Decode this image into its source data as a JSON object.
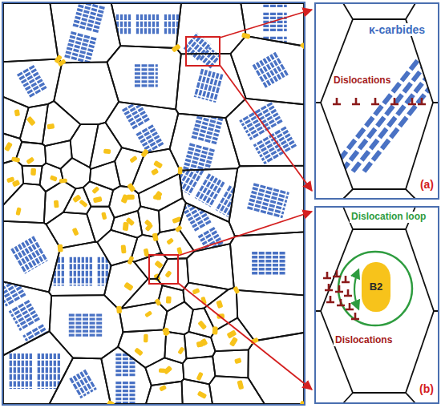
{
  "diagram": {
    "nodes": [
      {
        "text": [
          "κ-carbides",
          "Dislocations",
          "(a)"
        ]
      },
      {
        "text": [
          "Dislocation loop",
          "Dislocations",
          "(b)"
        ]
      },
      {
        "text": [
          "B2"
        ],
        "in": 1
      }
    ]
  }
}
